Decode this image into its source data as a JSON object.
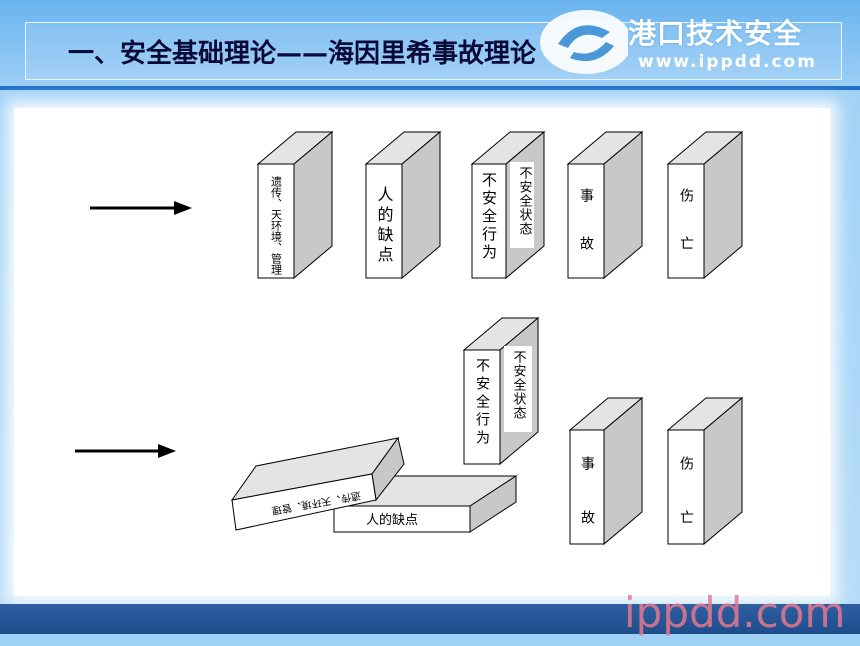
{
  "header": {
    "title": "一、安全基础理论——海因里希事故理论",
    "brand_name": "港口技术安全",
    "brand_url": "www.ippdd.com"
  },
  "diagram": {
    "row1_dominoes": [
      {
        "id": "heredity",
        "label": "遗传、天环境、管理",
        "state": "standing"
      },
      {
        "id": "personal-defect",
        "label": "人的缺点",
        "state": "standing"
      },
      {
        "id": "unsafe",
        "label_left": "不安全行为",
        "label_right": "不安全状态",
        "state": "standing"
      },
      {
        "id": "accident",
        "label": "事故",
        "state": "standing"
      },
      {
        "id": "injury",
        "label": "伤亡",
        "state": "standing"
      }
    ],
    "row2_dominoes": [
      {
        "id": "heredity",
        "label": "遗传、天环境、管理",
        "state": "fallen"
      },
      {
        "id": "personal-defect",
        "label": "人的缺点",
        "state": "fallen"
      },
      {
        "id": "unsafe",
        "label_left": "不安全行为",
        "label_right": "不安全状态",
        "state": "removed"
      },
      {
        "id": "accident",
        "label": "事故",
        "state": "standing"
      },
      {
        "id": "injury",
        "label": "伤亡",
        "state": "standing"
      }
    ]
  },
  "watermark": "ippdd.com",
  "colors": {
    "header_blue": "#6ab4ef",
    "line_blue": "#1f6fc6",
    "footer_blue": "#2f5fa0",
    "side_gray": "#c8c8c8",
    "top_gray": "#e4e4e4"
  }
}
